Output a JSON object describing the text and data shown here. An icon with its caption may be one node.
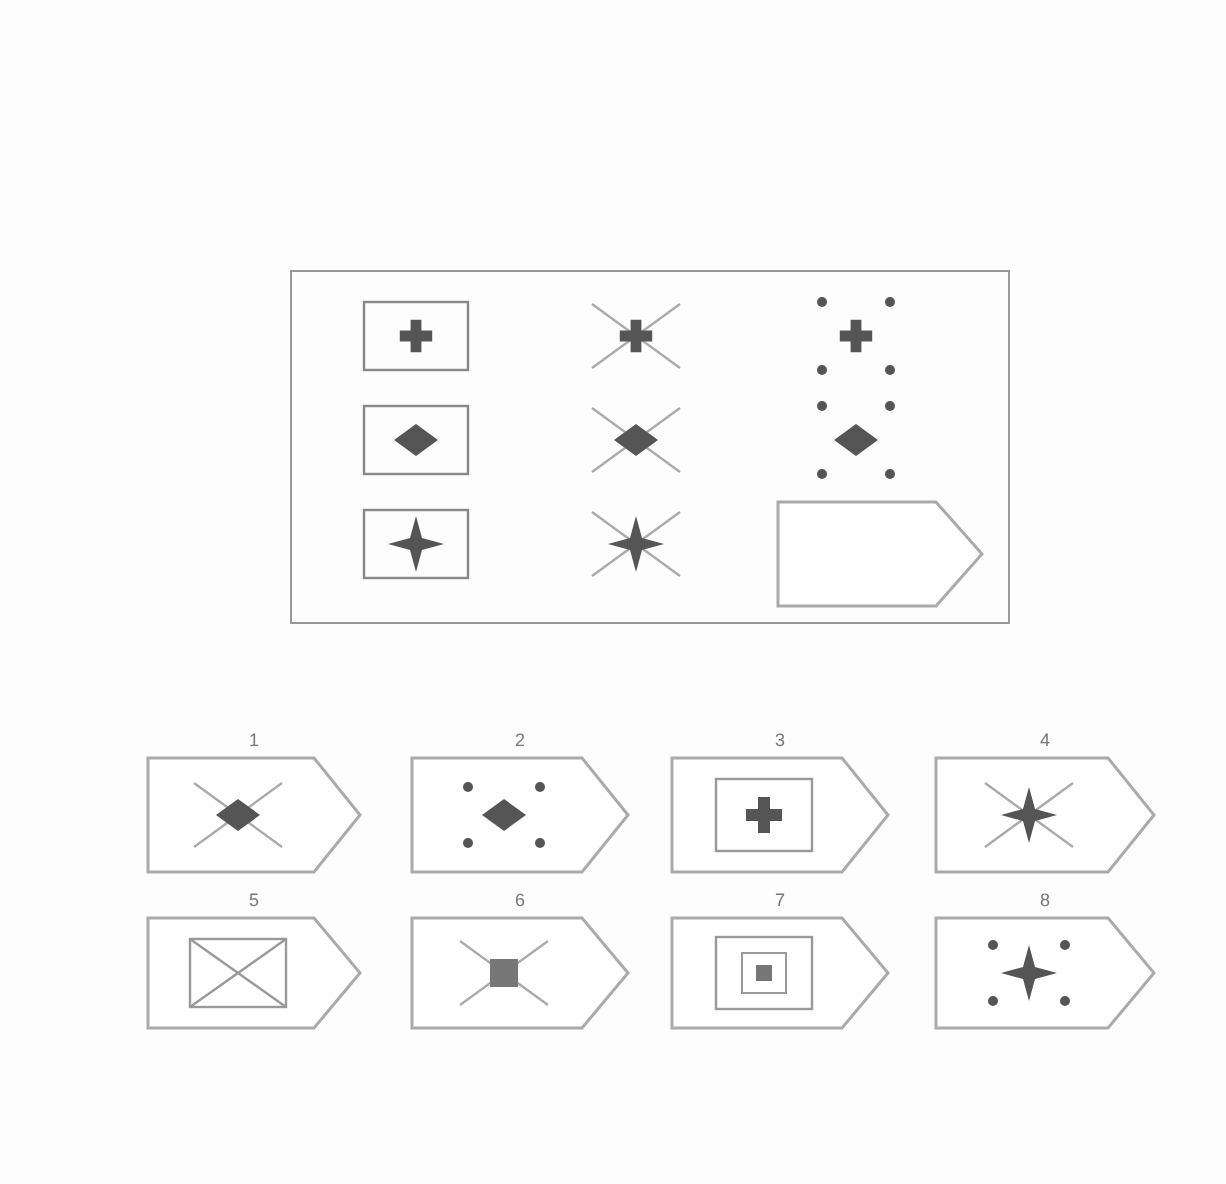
{
  "diagram": {
    "nodes": [
      {
        "text": [],
        "shape": "tag"
      },
      {
        "text": [],
        "shape": "tag",
        "beside": [
          "1"
        ]
      },
      {
        "text": [],
        "shape": "tag",
        "beside": [
          "2"
        ]
      },
      {
        "text": [],
        "shape": "tag",
        "beside": [
          "3"
        ]
      },
      {
        "text": [],
        "shape": "tag",
        "beside": [
          "4"
        ]
      },
      {
        "text": [],
        "shape": "tag",
        "beside": [
          "5"
        ]
      },
      {
        "text": [],
        "shape": "tag",
        "beside": [
          "6"
        ]
      },
      {
        "text": [],
        "shape": "tag",
        "beside": [
          "7"
        ]
      },
      {
        "text": [],
        "shape": "tag",
        "beside": [
          "8"
        ]
      }
    ]
  }
}
